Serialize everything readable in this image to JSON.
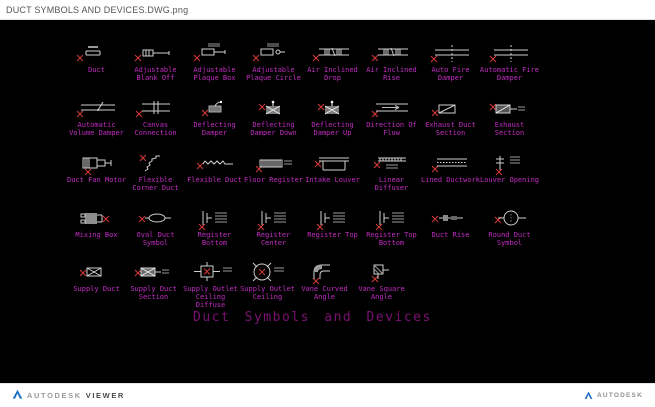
{
  "window": {
    "title": "DUCT SYMBOLS AND DEVICES.DWG.png"
  },
  "canvas": {
    "title": "Duct Symbols and Devices",
    "colors": {
      "background": "#000000",
      "label": "#c32cc3",
      "title": "#7c1173",
      "symbol": "#cfcfcf",
      "anchor": "#d93a3a"
    },
    "rows": [
      {
        "items": [
          {
            "label": "Duct",
            "icon": "duct"
          },
          {
            "label": "Adjustable Blank Off",
            "icon": "blank-off"
          },
          {
            "label": "Adjustable Plaque Box",
            "icon": "plaque-box"
          },
          {
            "label": "Adjustable Plaque Circle",
            "icon": "plaque-circle"
          },
          {
            "label": "Air Inclined Drop",
            "icon": "ladder"
          },
          {
            "label": "Air Inclined Rise",
            "icon": "ladder"
          },
          {
            "label": "Auto Fire Damper",
            "icon": "fire-damper"
          },
          {
            "label": "Automatic Fire Damper",
            "icon": "fire-damper"
          }
        ]
      },
      {
        "items": [
          {
            "label": "Automatic Volume Damper",
            "icon": "volume-damper"
          },
          {
            "label": "Canvas Connection",
            "icon": "canvas-connection"
          },
          {
            "label": "Deflecting Damper",
            "icon": "deflect"
          },
          {
            "label": "Deflecting Damper Down",
            "icon": "box-x-dot"
          },
          {
            "label": "Deflecting Damper Up",
            "icon": "box-x-dot"
          },
          {
            "label": "Direction Of Flow",
            "icon": "flow-arrow"
          },
          {
            "label": "Exhaust Duct Section",
            "icon": "sect-diag"
          },
          {
            "label": "Exhaust Section",
            "icon": "sect-diag-line"
          }
        ]
      },
      {
        "items": [
          {
            "label": "Duct Fan Motor",
            "icon": "fan-motor"
          },
          {
            "label": "Flexible Corner Duct",
            "icon": "zigzag-corner"
          },
          {
            "label": "Flexible Duct",
            "icon": "zigzag"
          },
          {
            "label": "Floor Register",
            "icon": "hatch-bar"
          },
          {
            "label": "Intake Louver",
            "icon": "louver"
          },
          {
            "label": "Linear Diffuser",
            "icon": "linear-diff"
          },
          {
            "label": "Lined Ductwork",
            "icon": "lined"
          },
          {
            "label": "Louver Opening",
            "icon": "louver-open"
          }
        ]
      },
      {
        "items": [
          {
            "label": "Mixing Box",
            "icon": "mixing-box"
          },
          {
            "label": "Oval Duct Symbol",
            "icon": "oval"
          },
          {
            "label": "Register Bottom",
            "icon": "register"
          },
          {
            "label": "Register Center",
            "icon": "register"
          },
          {
            "label": "Register Top",
            "icon": "register"
          },
          {
            "label": "Register Top Bottom",
            "icon": "register"
          },
          {
            "label": "Duct Rise",
            "icon": "duct-rise"
          },
          {
            "label": "Round Duct Symbol",
            "icon": "round-duct"
          }
        ]
      },
      {
        "items": [
          {
            "label": "Supply Duct",
            "icon": "box-x"
          },
          {
            "label": "Supply Duct Section",
            "icon": "box-x-line"
          },
          {
            "label": "Supply Outlet Ceiling Diffuse",
            "icon": "ceil-diffuser"
          },
          {
            "label": "Supply Outlet Ceiling",
            "icon": "ceil-diffuser-big"
          },
          {
            "label": "Vane Curved Angle",
            "icon": "vane-curved"
          },
          {
            "label": "Vane Square Angle",
            "icon": "vane-square"
          }
        ]
      }
    ]
  },
  "footer": {
    "left_brand": "AUTODESK",
    "left_product": "VIEWER",
    "right_brand": "AUTODESK",
    "logo_color": "#1a6fc4"
  }
}
